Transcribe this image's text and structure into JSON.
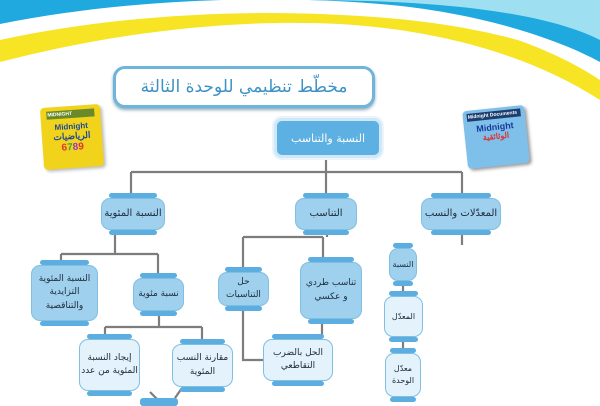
{
  "title": "مخطّط تنظيمي للوحدة الثالثة",
  "root": "النسبة والتناسب",
  "level2": {
    "percent": "النسبة المئوية",
    "proportion": "التناسب",
    "rates": "المعدّلات والنسب"
  },
  "level3": {
    "percent_change": [
      "النسبة المئوية",
      "التزايدية والتناقصية"
    ],
    "percent": "نسبة مئوية",
    "solving": "حل التناسبات",
    "direct_inverse": [
      "تناسب طردي",
      "و عكسي"
    ],
    "ratio": "النسبة",
    "rate": "المعدّل",
    "unit_rate": [
      "معدّل",
      "الوحدة"
    ]
  },
  "level4": {
    "find_percent": [
      "إيجاد النسبة",
      "المئوية من عدد"
    ],
    "compare": [
      "مقارنة النسب",
      "المئوية"
    ],
    "cross": [
      "الحل بالضرب",
      "التقاطعي"
    ]
  },
  "logos": {
    "left": "Midnight الرياضيات 6789",
    "right": "Midnight Documents"
  }
}
